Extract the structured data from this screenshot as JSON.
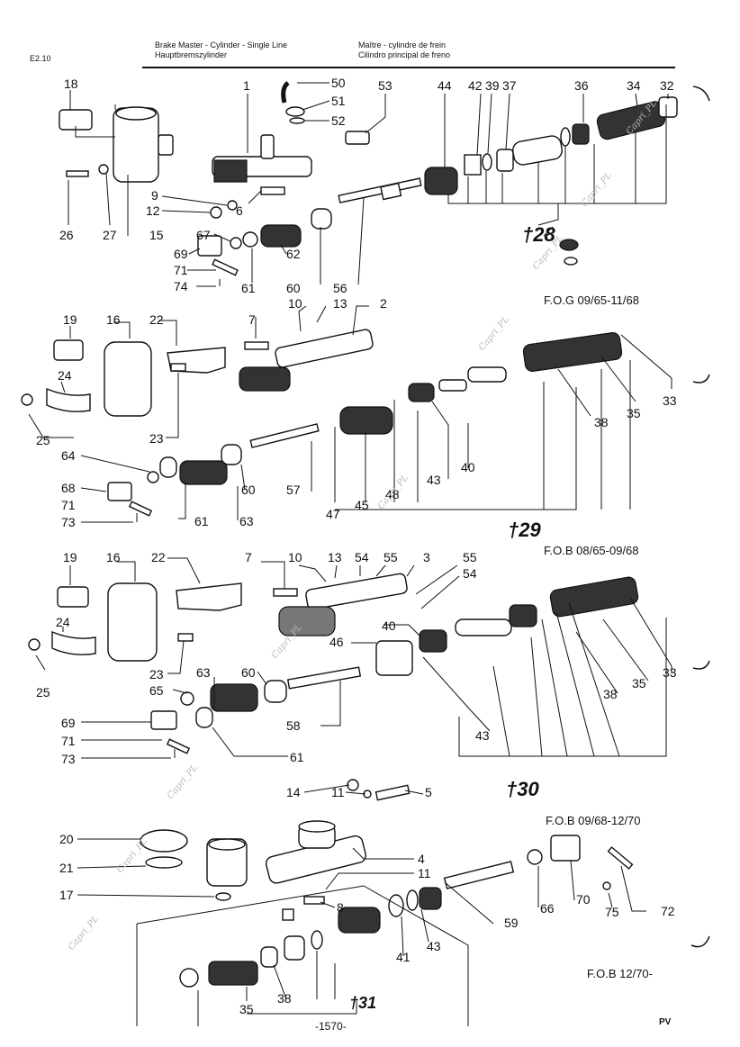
{
  "header": {
    "page_code": "E2.10",
    "title_en": "Brake Master - Cylinder - Single Line",
    "title_de": "Hauptbremszylinder",
    "title_fr": "Maître - cylindre de frein",
    "title_es": "Cilindro principal de freno"
  },
  "captions": {
    "s1": "F.O.G 09/65-11/68",
    "s2": "F.O.B 08/65-09/68",
    "s3": "F.O.B 09/68-12/70",
    "s4": "F.O.B 12/70-"
  },
  "kits": {
    "k28": "28",
    "k29": "29",
    "k30": "30",
    "k31": "31"
  },
  "watermark": "Capri_PL",
  "footer": {
    "page_number": "-1570-",
    "mark": "PV"
  },
  "labels": {
    "n18": "18",
    "n1": "1",
    "n50": "50",
    "n51": "51",
    "n52": "52",
    "n53": "53",
    "n44": "44",
    "n42": "42",
    "n39": "39",
    "n37": "37",
    "n36": "36",
    "n34": "34",
    "n32": "32",
    "n9": "9",
    "n12": "12",
    "n6": "6",
    "n26": "26",
    "n27": "27",
    "n15": "15",
    "n67": "67",
    "n69": "69",
    "n62": "62",
    "n71": "71",
    "n74": "74",
    "n61": "61",
    "n60": "60",
    "n56": "56",
    "n10": "10",
    "n13": "13",
    "n2": "2",
    "n19": "19",
    "n16": "16",
    "n22": "22",
    "n7": "7",
    "n24": "24",
    "n25": "25",
    "n23": "23",
    "n64": "64",
    "n68": "68",
    "n73": "73",
    "n63": "63",
    "n57": "57",
    "n47": "47",
    "n45": "45",
    "n48": "48",
    "n43": "43",
    "n40": "40",
    "n38": "38",
    "n35": "35",
    "n33": "33",
    "n54": "54",
    "n55": "55",
    "n3": "3",
    "n46": "46",
    "n65": "65",
    "n58": "58",
    "n14": "14",
    "n11": "11",
    "n5": "5",
    "n20": "20",
    "n21": "21",
    "n17": "17",
    "n4": "4",
    "n8": "8",
    "n59": "59",
    "n66": "66",
    "n70": "70",
    "n75": "75",
    "n72": "72",
    "n41": "41"
  }
}
